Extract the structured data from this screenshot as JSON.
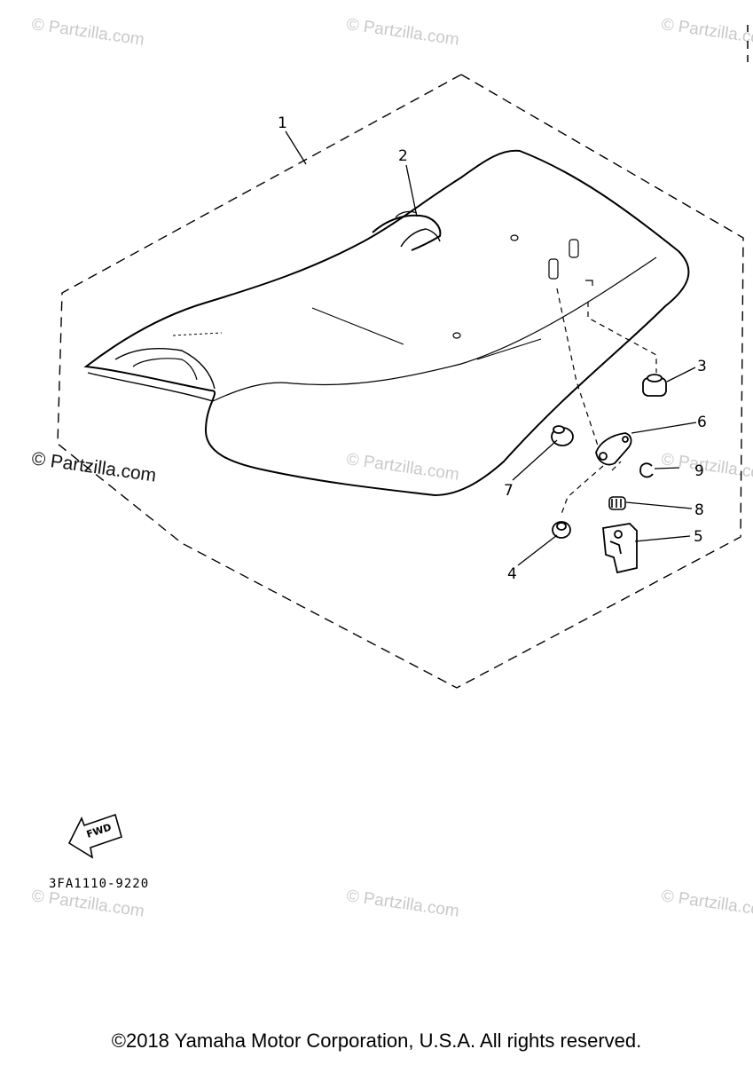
{
  "diagram": {
    "callouts": [
      "1",
      "2",
      "3",
      "4",
      "5",
      "6",
      "7",
      "8",
      "9"
    ],
    "fwd_label": "FWD",
    "diagram_code": "3FA1110-9220"
  },
  "watermarks": {
    "text": "© Partzilla.com",
    "prominent": "© Partzilla.com"
  },
  "footer": {
    "copyright": "©2018  Yamaha Motor Corporation, U.S.A. All rights reserved."
  }
}
